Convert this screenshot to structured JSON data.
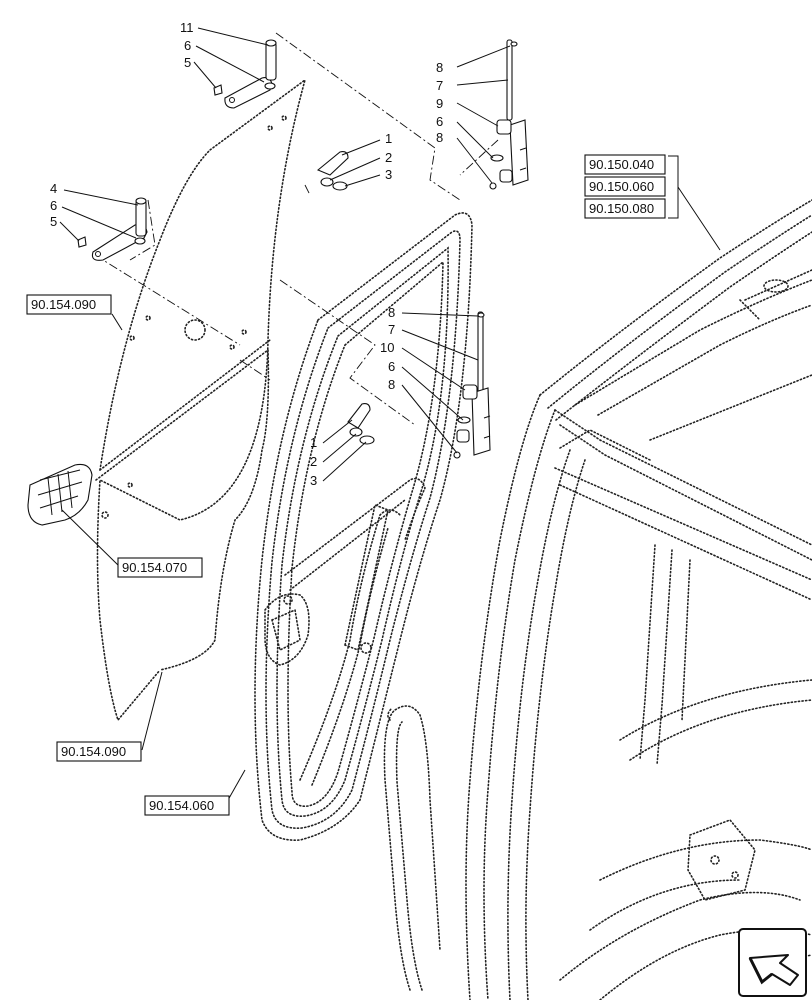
{
  "references": {
    "r_150_040": "90.150.040",
    "r_150_060": "90.150.060",
    "r_150_080": "90.150.080",
    "r_154_090_top": "90.154.090",
    "r_154_070": "90.154.070",
    "r_154_090_bottom": "90.154.090",
    "r_154_060": "90.154.060"
  },
  "callouts": {
    "top_hinge": [
      "11",
      "6",
      "5"
    ],
    "mid_hinge": [
      "4",
      "6",
      "5"
    ],
    "upper_clip": [
      "1",
      "2",
      "3"
    ],
    "lower_clip": [
      "1",
      "2",
      "3"
    ],
    "upper_pin": [
      "8",
      "7",
      "9",
      "6",
      "8"
    ],
    "lower_pin": [
      "8",
      "7",
      "10",
      "6",
      "8"
    ]
  },
  "navigation": {
    "icon": "previous-page-arrow-icon"
  }
}
